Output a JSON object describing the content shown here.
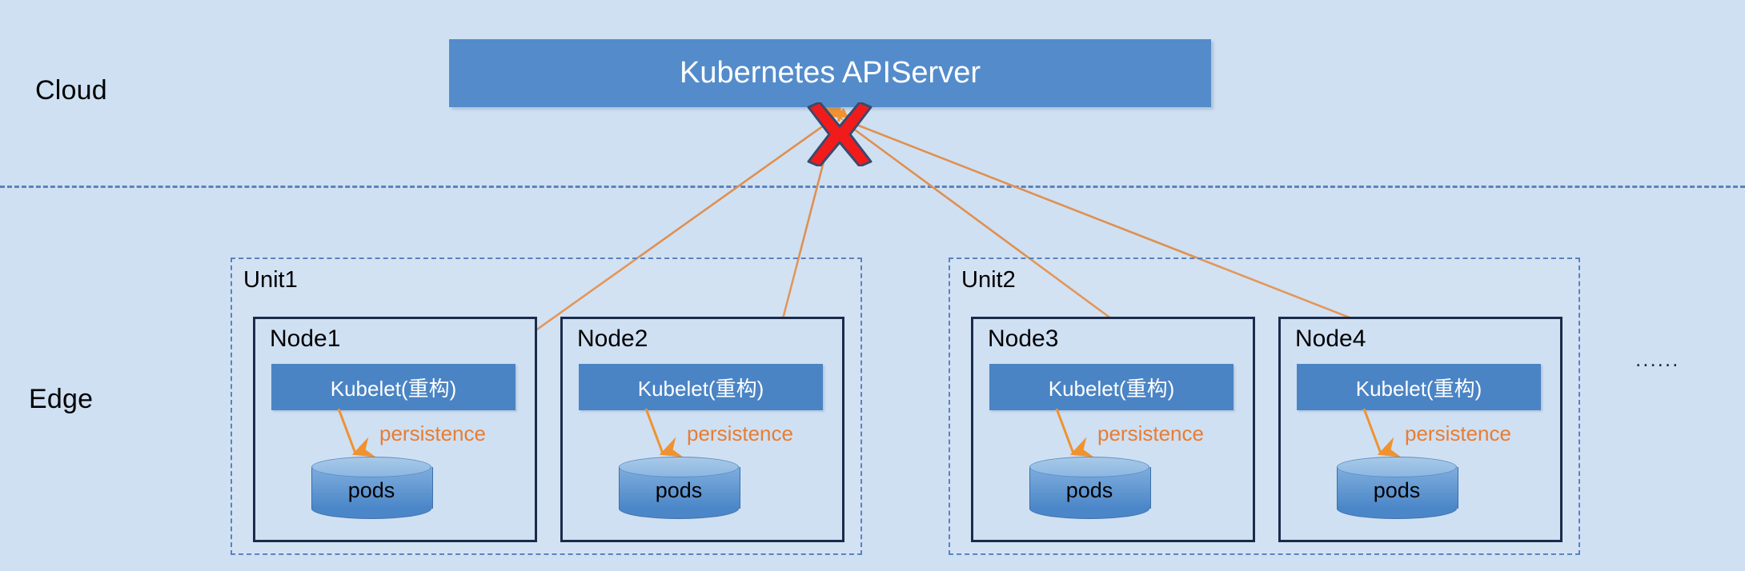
{
  "diagram": {
    "title": "Kubernetes edge autonomy architecture",
    "background_color": "#cfe0f3",
    "accent_blue": "#4a84c4",
    "accent_orange": "#e87d32",
    "accent_red": "#f21b1b",
    "dashed_border_color": "#5b82bd"
  },
  "zones": {
    "cloud_label": "Cloud",
    "edge_label": "Edge",
    "divider": "dashed-horizontal-divider"
  },
  "cloud": {
    "apiserver": {
      "label": "Kubernetes APIServer",
      "fill": "#548ccb",
      "text_color": "#ffffff"
    },
    "disconnect_marker": {
      "icon": "red-x-icon",
      "color": "#f21b1b",
      "meaning": "connection broken"
    }
  },
  "units": [
    {
      "label": "Unit1",
      "nodes": [
        {
          "label": "Node1",
          "kubelet": {
            "label": "Kubelet(重构)"
          },
          "persistence": {
            "label": "persistence",
            "color": "#e87d32"
          },
          "storage": {
            "label": "pods",
            "shape": "cylinder"
          }
        },
        {
          "label": "Node2",
          "kubelet": {
            "label": "Kubelet(重构)"
          },
          "persistence": {
            "label": "persistence",
            "color": "#e87d32"
          },
          "storage": {
            "label": "pods",
            "shape": "cylinder"
          }
        }
      ]
    },
    {
      "label": "Unit2",
      "nodes": [
        {
          "label": "Node3",
          "kubelet": {
            "label": "Kubelet(重构)"
          },
          "persistence": {
            "label": "persistence",
            "color": "#e87d32"
          },
          "storage": {
            "label": "pods",
            "shape": "cylinder"
          }
        },
        {
          "label": "Node4",
          "kubelet": {
            "label": "Kubelet(重构)"
          },
          "persistence": {
            "label": "persistence",
            "color": "#e87d32"
          },
          "storage": {
            "label": "pods",
            "shape": "cylinder"
          }
        }
      ]
    }
  ],
  "more_indicator": "......",
  "connectors": {
    "count": 4,
    "color": "#e0904f",
    "description": "kubelet-to-apiserver links converging at disconnect marker"
  }
}
